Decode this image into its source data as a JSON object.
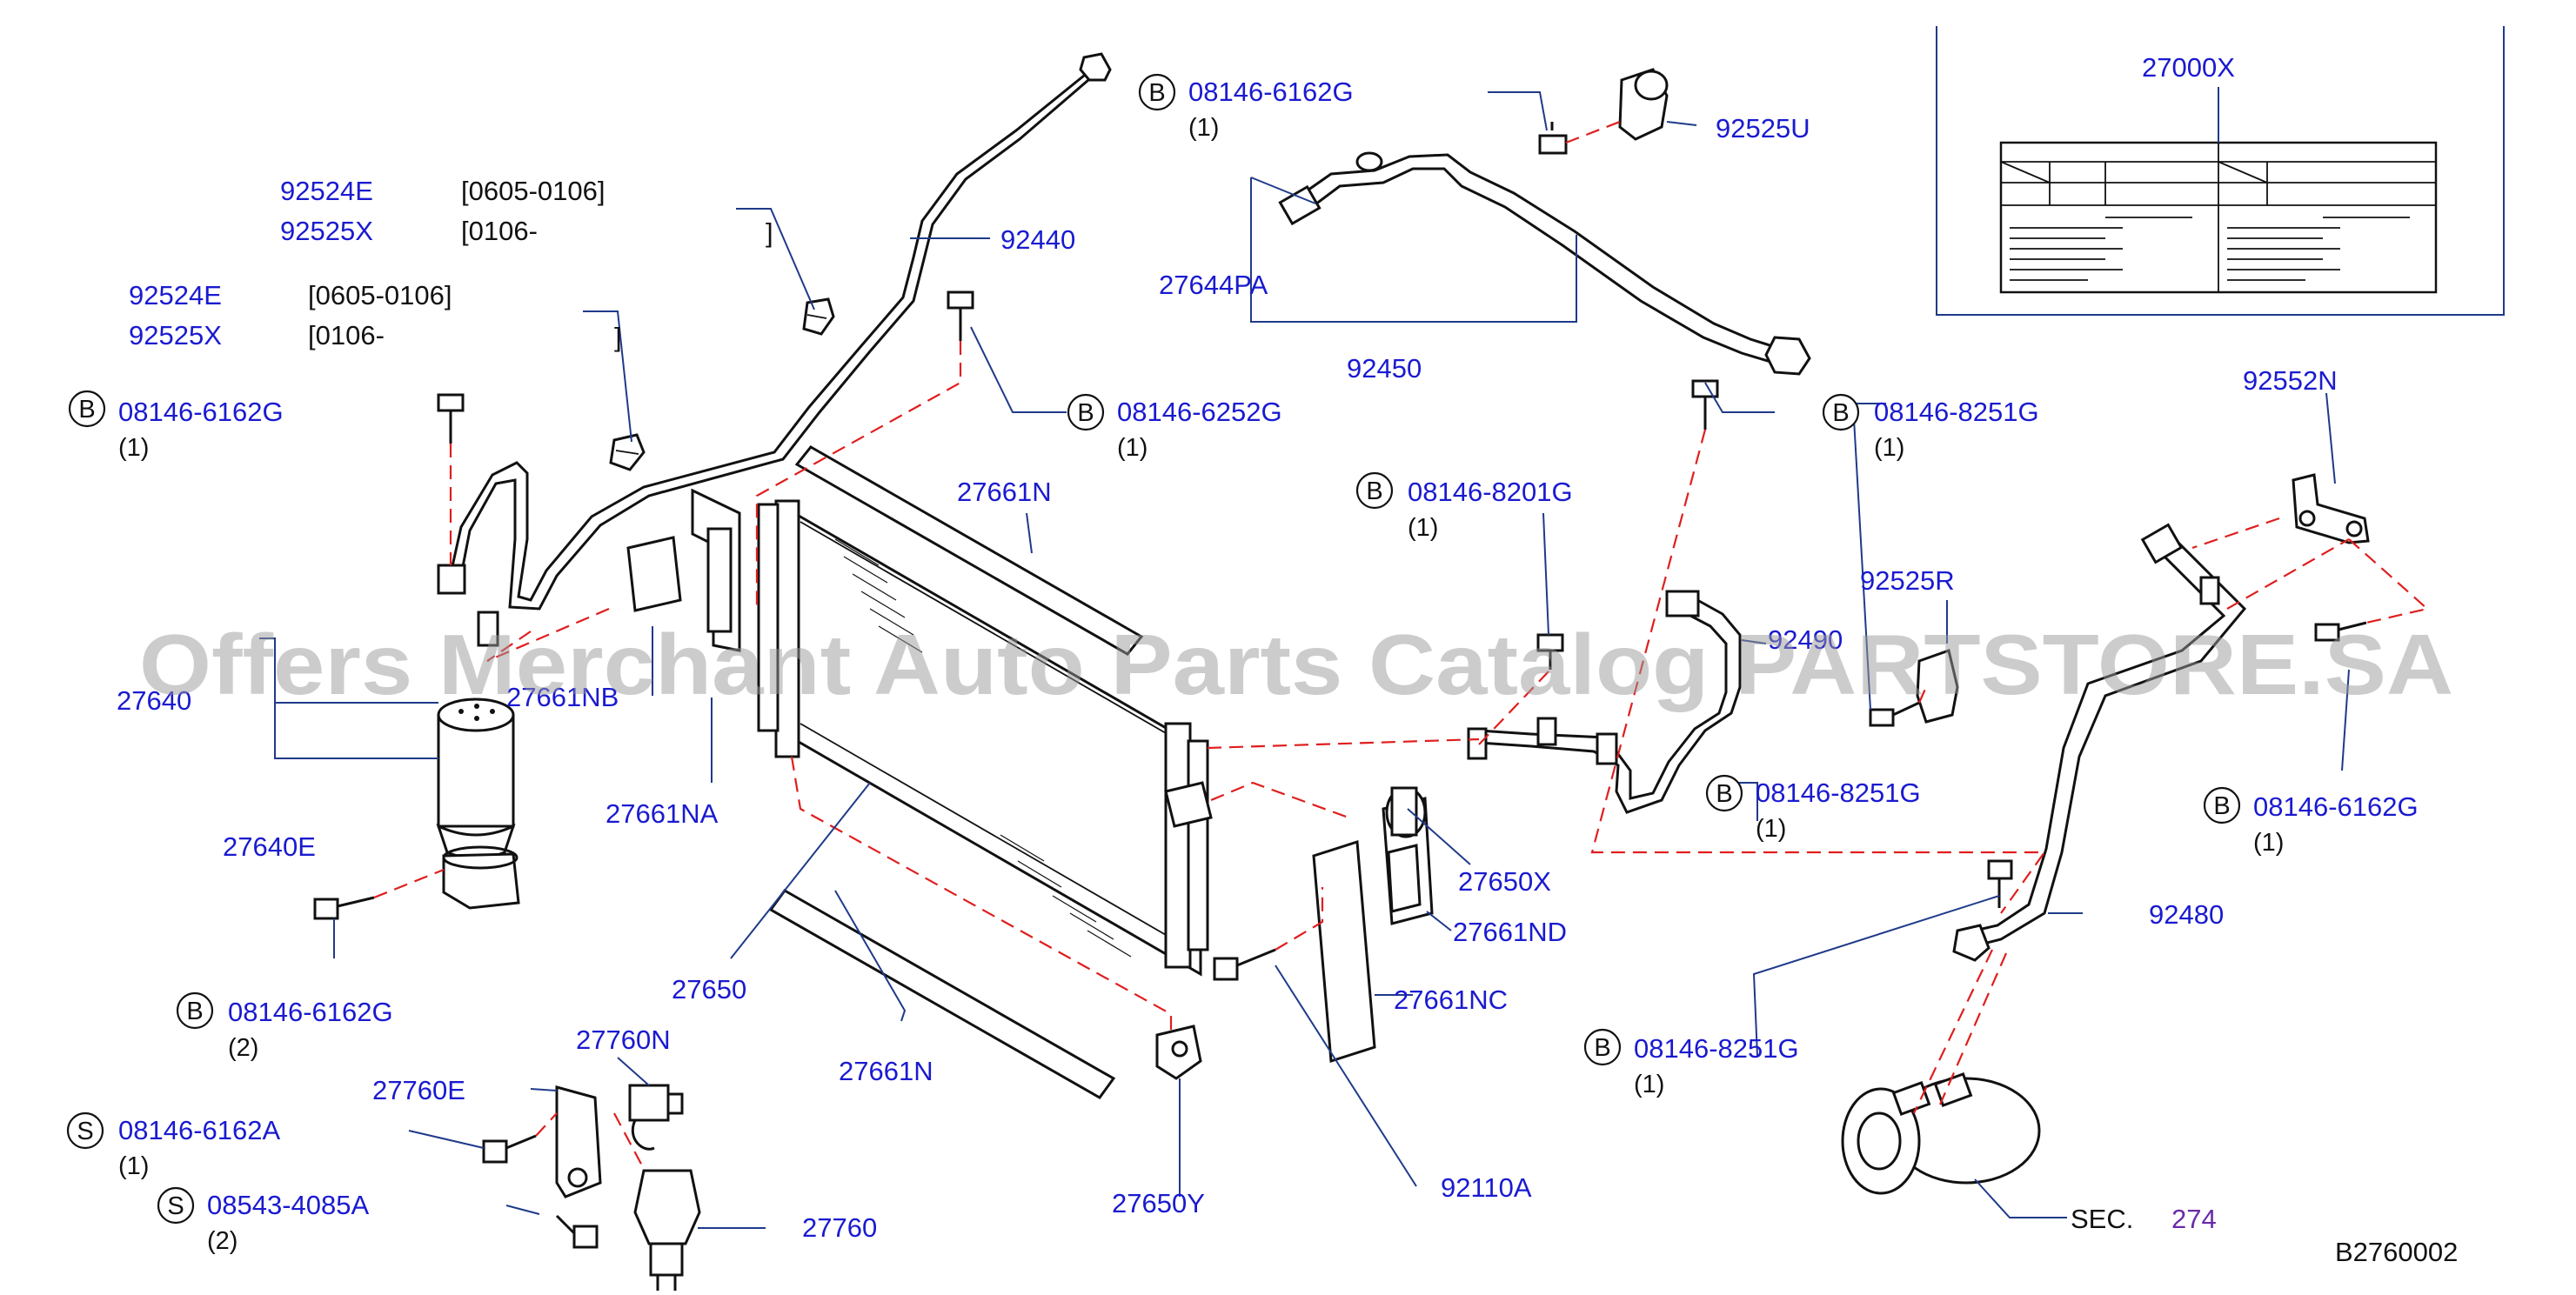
{
  "watermark": "Offers Merchant Auto Parts Catalog PARTSTORE.SA",
  "diagram_code": "B2760002",
  "section_ref": {
    "label": "SEC.",
    "number": "274"
  },
  "bolt_marker_b": "B",
  "bolt_marker_s": "S",
  "parts": {
    "p27000X": "27000X",
    "p92440": "92440",
    "p92450": "92450",
    "p27644PA": "27644PA",
    "p92525U": "92525U",
    "p27661N_top": "27661N",
    "p27661N_bottom": "27661N",
    "p27661NB": "27661NB",
    "p27661NA": "27661NA",
    "p27661NC": "27661NC",
    "p27661ND": "27661ND",
    "p27640": "27640",
    "p27640E": "27640E",
    "p27650": "27650",
    "p27650X": "27650X",
    "p27650Y": "27650Y",
    "p92110A": "92110A",
    "p27760N": "27760N",
    "p27760E": "27760E",
    "p27760": "27760",
    "p92552N": "92552N",
    "p92525R": "92525R",
    "p92480": "92480",
    "p92490": "92490"
  },
  "date_notes": [
    {
      "part_a": "92524E",
      "range_a": "[0605-0106]",
      "part_b": "92525X",
      "range_b": "[0106-",
      "close": "]"
    },
    {
      "part_a": "92524E",
      "range_a": "[0605-0106]",
      "part_b": "92525X",
      "range_b": "[0106-",
      "close": "]"
    }
  ],
  "bolts": [
    {
      "number": "08146-6162G",
      "qty": "(1)"
    },
    {
      "number": "08146-6162G",
      "qty": "(1)"
    },
    {
      "number": "08146-6252G",
      "qty": "(1)"
    },
    {
      "number": "08146-8251G",
      "qty": "(1)"
    },
    {
      "number": "08146-8201G",
      "qty": "(1)"
    },
    {
      "number": "08146-8251G",
      "qty": "(1)"
    },
    {
      "number": "08146-6162G",
      "qty": "(1)"
    },
    {
      "number": "08146-6162G",
      "qty": "(2)"
    },
    {
      "number": "08146-8251G",
      "qty": "(1)"
    }
  ],
  "screws": [
    {
      "number": "08146-6162A",
      "qty": "(1)"
    },
    {
      "number": "08543-4085A",
      "qty": "(2)"
    }
  ]
}
